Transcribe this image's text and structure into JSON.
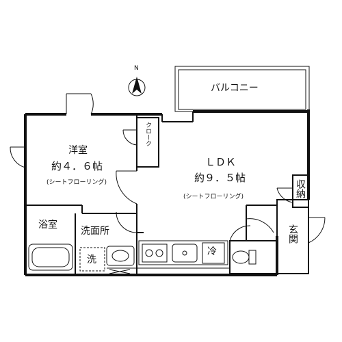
{
  "compass": {
    "north": "N"
  },
  "balcony": {
    "label": "バルコニー"
  },
  "bedroom": {
    "name": "洋室",
    "size": "約４．６帖",
    "floor": "(シートフローリング)"
  },
  "closet": {
    "label": "クローク"
  },
  "ldk": {
    "name": "ＬＤＫ",
    "size": "約９．５帖",
    "floor": "(シートフローリング)"
  },
  "storage": {
    "label": "収納"
  },
  "entrance": {
    "label": "玄関"
  },
  "bath": {
    "label": "浴室"
  },
  "washroom": {
    "label": "洗面所"
  },
  "washer": {
    "label": "洗"
  },
  "fridge": {
    "label": "冷"
  }
}
